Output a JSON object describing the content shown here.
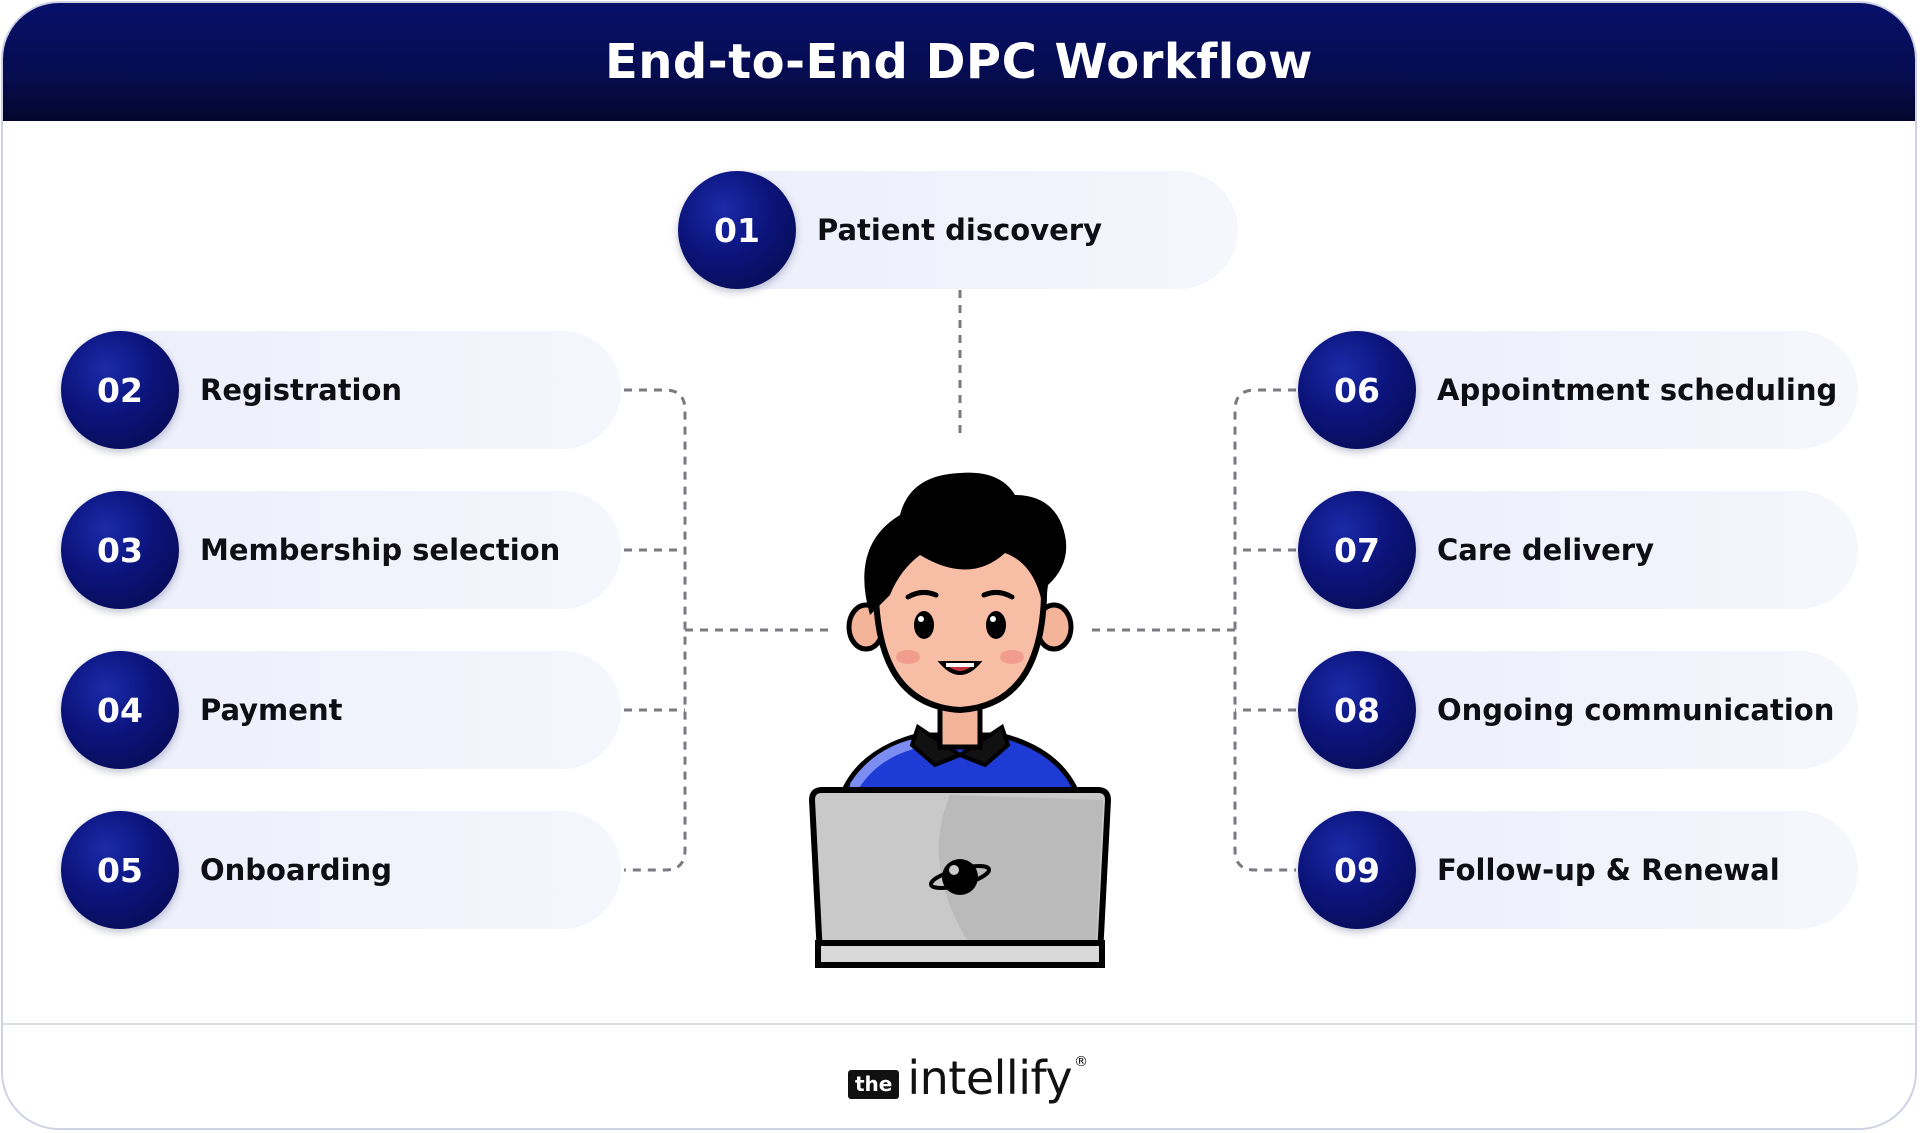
{
  "header": {
    "title": "End-to-End DPC Workflow"
  },
  "steps": [
    {
      "number": "01",
      "label": "Patient discovery"
    },
    {
      "number": "02",
      "label": "Registration"
    },
    {
      "number": "03",
      "label": "Membership selection"
    },
    {
      "number": "04",
      "label": "Payment"
    },
    {
      "number": "05",
      "label": "Onboarding"
    },
    {
      "number": "06",
      "label": "Appointment scheduling"
    },
    {
      "number": "07",
      "label": "Care delivery"
    },
    {
      "number": "08",
      "label": "Ongoing communication"
    },
    {
      "number": "09",
      "label": "Follow-up & Renewal"
    }
  ],
  "footer": {
    "logo_prefix": "the",
    "logo_name": "intellify",
    "logo_mark": "®"
  },
  "colors": {
    "header_dark": "#060c50",
    "badge": "#0b137a",
    "pill": "#eef0fb",
    "shirt": "#1f3bd6",
    "laptop": "#c8c8c8"
  },
  "icons": {
    "center": "person-at-laptop-illustration",
    "laptop_logo": "planet-icon"
  }
}
